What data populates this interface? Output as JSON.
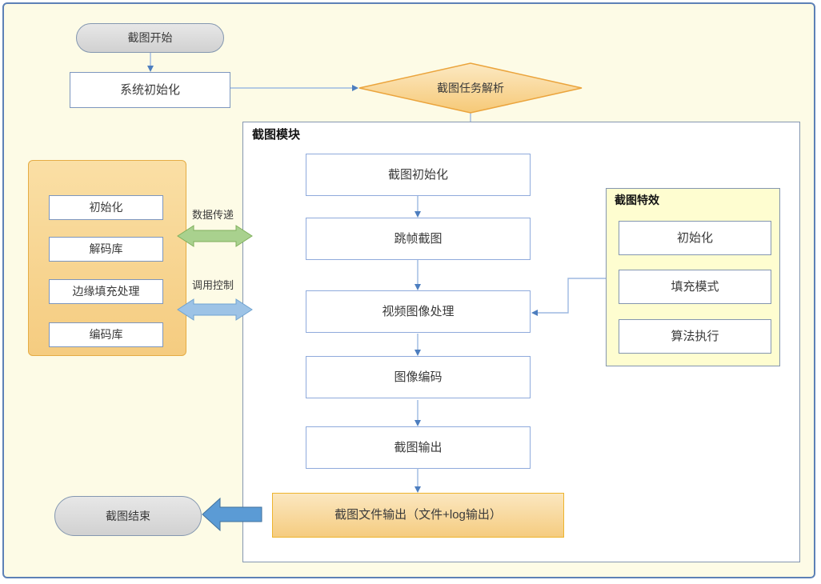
{
  "colors": {
    "canvas_bg": "#FDFBE6",
    "canvas_border": "#5D81B6",
    "terminator_fill": "#D9D9D9",
    "terminator_border": "#8497B0",
    "process_border_blue": "#8FAADC",
    "process_border_gray": "#7C96BE",
    "decision_fill_top": "#FCE9C3",
    "decision_fill_bottom": "#F6C977",
    "decision_border": "#EBA43C",
    "codec_group_fill": "#F7D48C",
    "codec_group_border": "#E5AC44",
    "effects_group_fill": "#FEFDD0",
    "output_box_border": "#EDB42E",
    "connector_line": "#9DB9E0",
    "arrowhead": "#4D7EBF",
    "block_arrow_fill": "#5B9BD5",
    "green_double_arrow": "#A9D18E",
    "blue_double_arrow": "#9DC3E6"
  },
  "flow": {
    "start": "截图开始",
    "system_init": "系统初始化",
    "decision": "截图任务解析",
    "end": "截图结束",
    "module": {
      "title": "截图模块",
      "steps": [
        "截图初始化",
        "跳帧截图",
        "视频图像处理",
        "图像编码",
        "截图输出"
      ],
      "file_output": "截图文件输出（文件+log输出）"
    },
    "codec_group": {
      "items": [
        "初始化",
        "解码库",
        "边缘填充处理",
        "编码库"
      ]
    },
    "effects_group": {
      "title": "截图特效",
      "items": [
        "初始化",
        "填充模式",
        "算法执行"
      ]
    },
    "link_labels": {
      "data_transfer": "数据传递",
      "call_control": "调用控制"
    }
  }
}
